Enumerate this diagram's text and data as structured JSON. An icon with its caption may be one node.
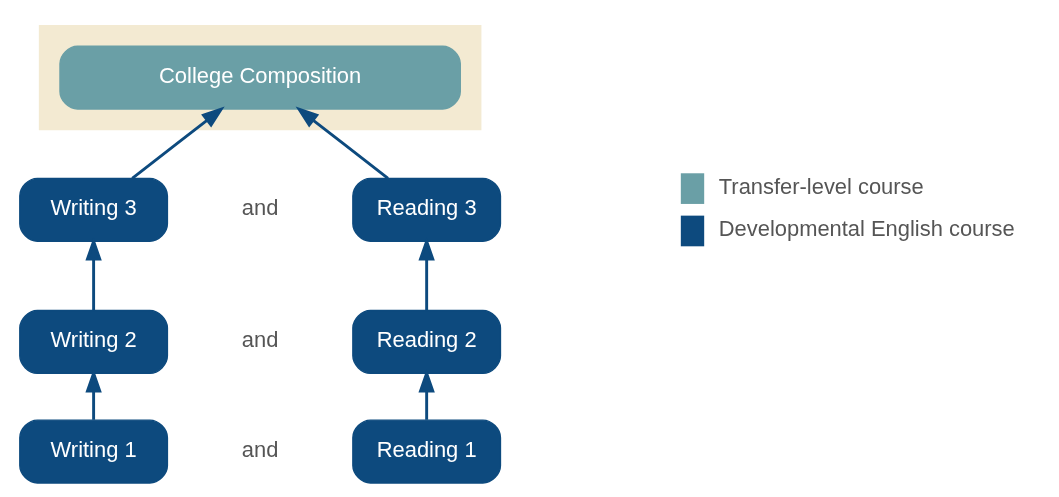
{
  "diagram": {
    "nodes": [
      {
        "text": [],
        "shape": "band"
      },
      {
        "text": [
          "College Composition"
        ],
        "in": 0
      },
      {
        "text": [
          "Writing 3"
        ]
      },
      {
        "text": [
          "Reading 3"
        ]
      },
      {
        "text": [
          "Writing 2"
        ]
      },
      {
        "text": [
          "Reading 2"
        ]
      },
      {
        "text": [
          "Writing 1"
        ]
      },
      {
        "text": [
          "Reading 1"
        ]
      }
    ],
    "edges": [
      {
        "from": 2,
        "to": 1,
        "arrow": "to"
      },
      {
        "from": 3,
        "to": 1,
        "arrow": "to"
      },
      {
        "from": 4,
        "to": 2,
        "arrow": "to"
      },
      {
        "from": 5,
        "to": 3,
        "arrow": "to"
      },
      {
        "from": 6,
        "to": 4,
        "arrow": "to"
      },
      {
        "from": 7,
        "to": 5,
        "arrow": "to"
      }
    ],
    "labels": [
      "and",
      "and",
      "and"
    ],
    "legend": [
      {
        "text": "Transfer-level course",
        "color": "#6a9fa6"
      },
      {
        "text": "Developmental English course",
        "color": "#0d4a7e"
      }
    ]
  }
}
